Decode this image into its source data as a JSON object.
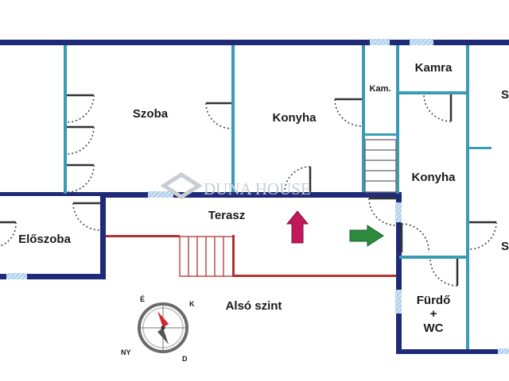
{
  "rooms": {
    "szoba": "Szoba",
    "konyha_left": "Konyha",
    "kam": "Kam.",
    "kamra": "Kamra",
    "konyha_right": "Konyha",
    "eloszoba": "Előszoba",
    "terasz": "Terasz",
    "furdo_line1": "Fürdő",
    "furdo_line2": "+",
    "furdo_line3": "WC",
    "edge_top": "S",
    "edge_bottom": "S"
  },
  "level_label": "Alsó szint",
  "watermark": "DUNA HOUSE",
  "compass": {
    "north": "É",
    "east": "K",
    "south": "D",
    "west": "NY"
  },
  "colors": {
    "outer_wall": "#1f2a78",
    "inner_wall": "#3a9bb5",
    "stair": "#b03232",
    "arrow_red": "#c2185b",
    "arrow_green": "#2e8b3e",
    "window": "#9ec8e8",
    "watermark": "#c9ced4"
  }
}
